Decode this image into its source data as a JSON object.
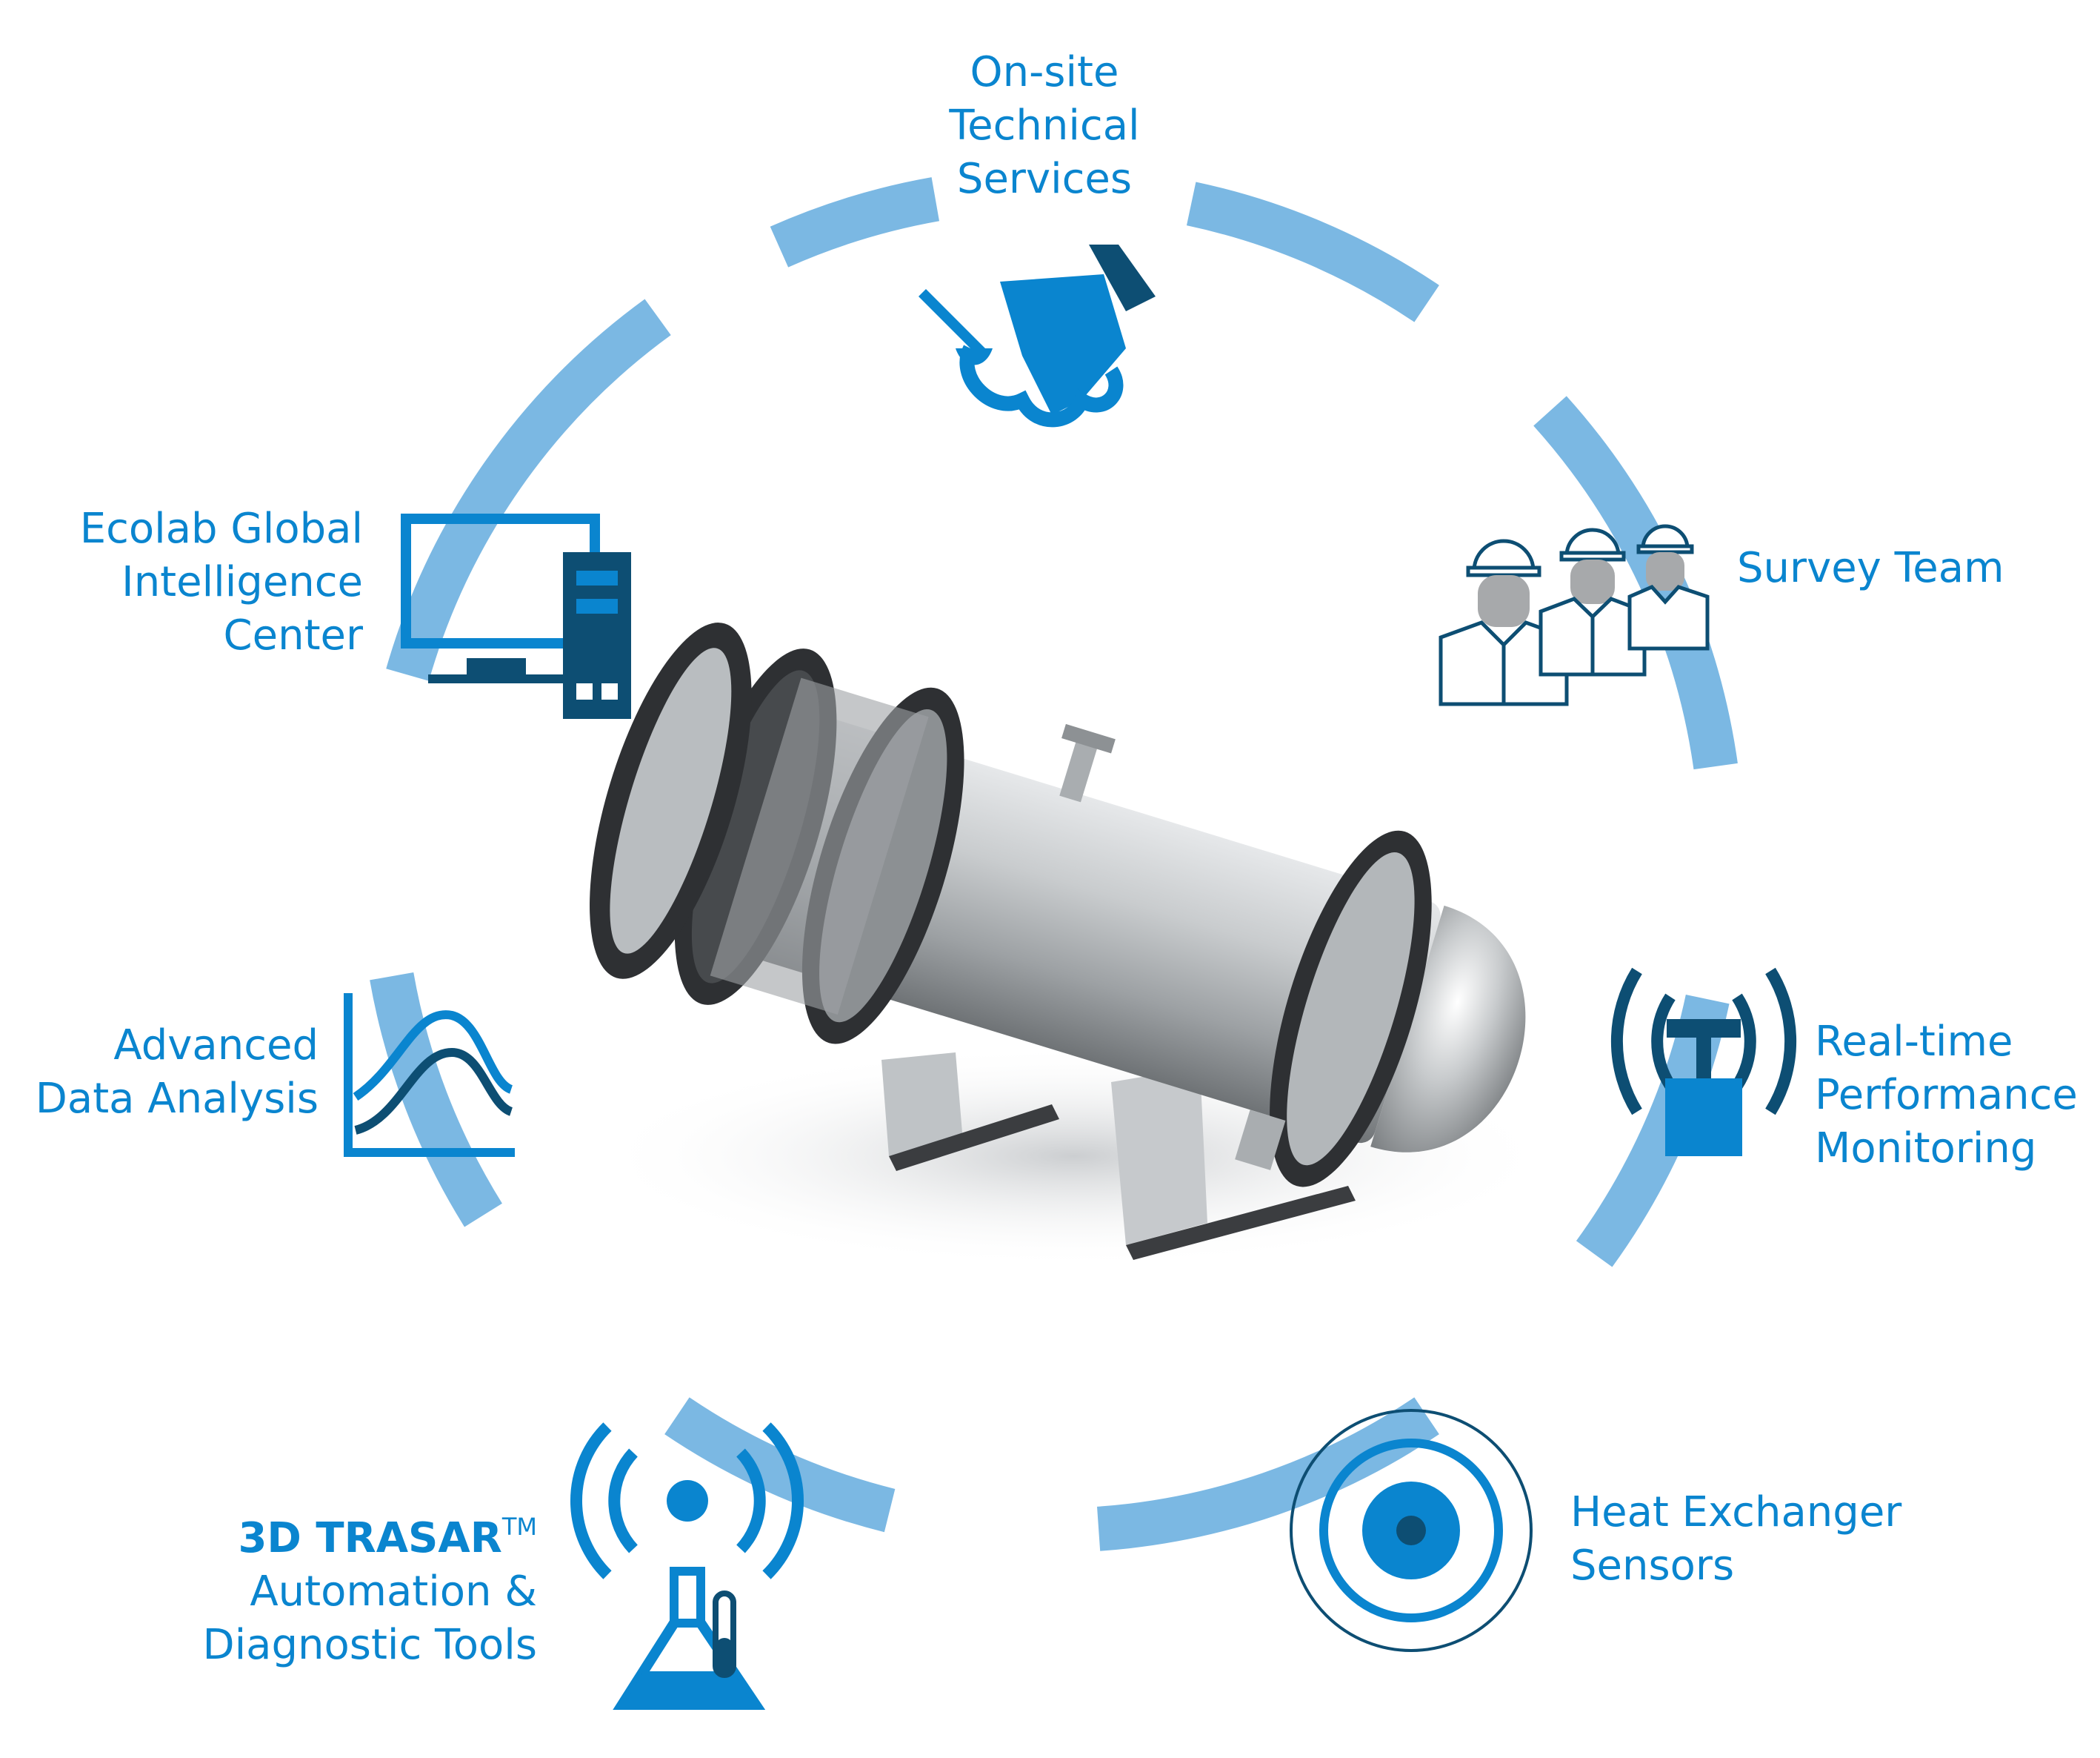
{
  "colors": {
    "ring": "#7bb8e3",
    "primary": "#0a85cf",
    "dark": "#0d4e73",
    "gray": "#a7a9ab",
    "steel": "#b3b7ba",
    "flange": "#2e3033"
  },
  "center": {
    "icon": "heat-exchanger-vessel"
  },
  "nodes": {
    "onsite": {
      "icon": "handshake-icon",
      "lines": [
        "On-site",
        "Technical",
        "Services"
      ]
    },
    "survey": {
      "icon": "survey-team-icon",
      "lines": [
        "Survey Team"
      ]
    },
    "realtime": {
      "icon": "wireless-sensor-icon",
      "lines": [
        "Real-time",
        "Performance",
        "Monitoring"
      ]
    },
    "sensors": {
      "icon": "target-sensor-icon",
      "lines": [
        "Heat Exchanger",
        "Sensors"
      ]
    },
    "trasar": {
      "icon": "lab-flask-signal-icon",
      "brand": "3D TRASAR",
      "tm": "TM",
      "lines": [
        "Automation &",
        "Diagnostic Tools"
      ]
    },
    "analysis": {
      "icon": "data-curve-chart-icon",
      "lines": [
        "Advanced",
        "Data Analysis"
      ]
    },
    "intelligence": {
      "icon": "computer-monitor-icon",
      "lines": [
        "Ecolab Global",
        "Intelligence",
        "Center"
      ]
    }
  }
}
